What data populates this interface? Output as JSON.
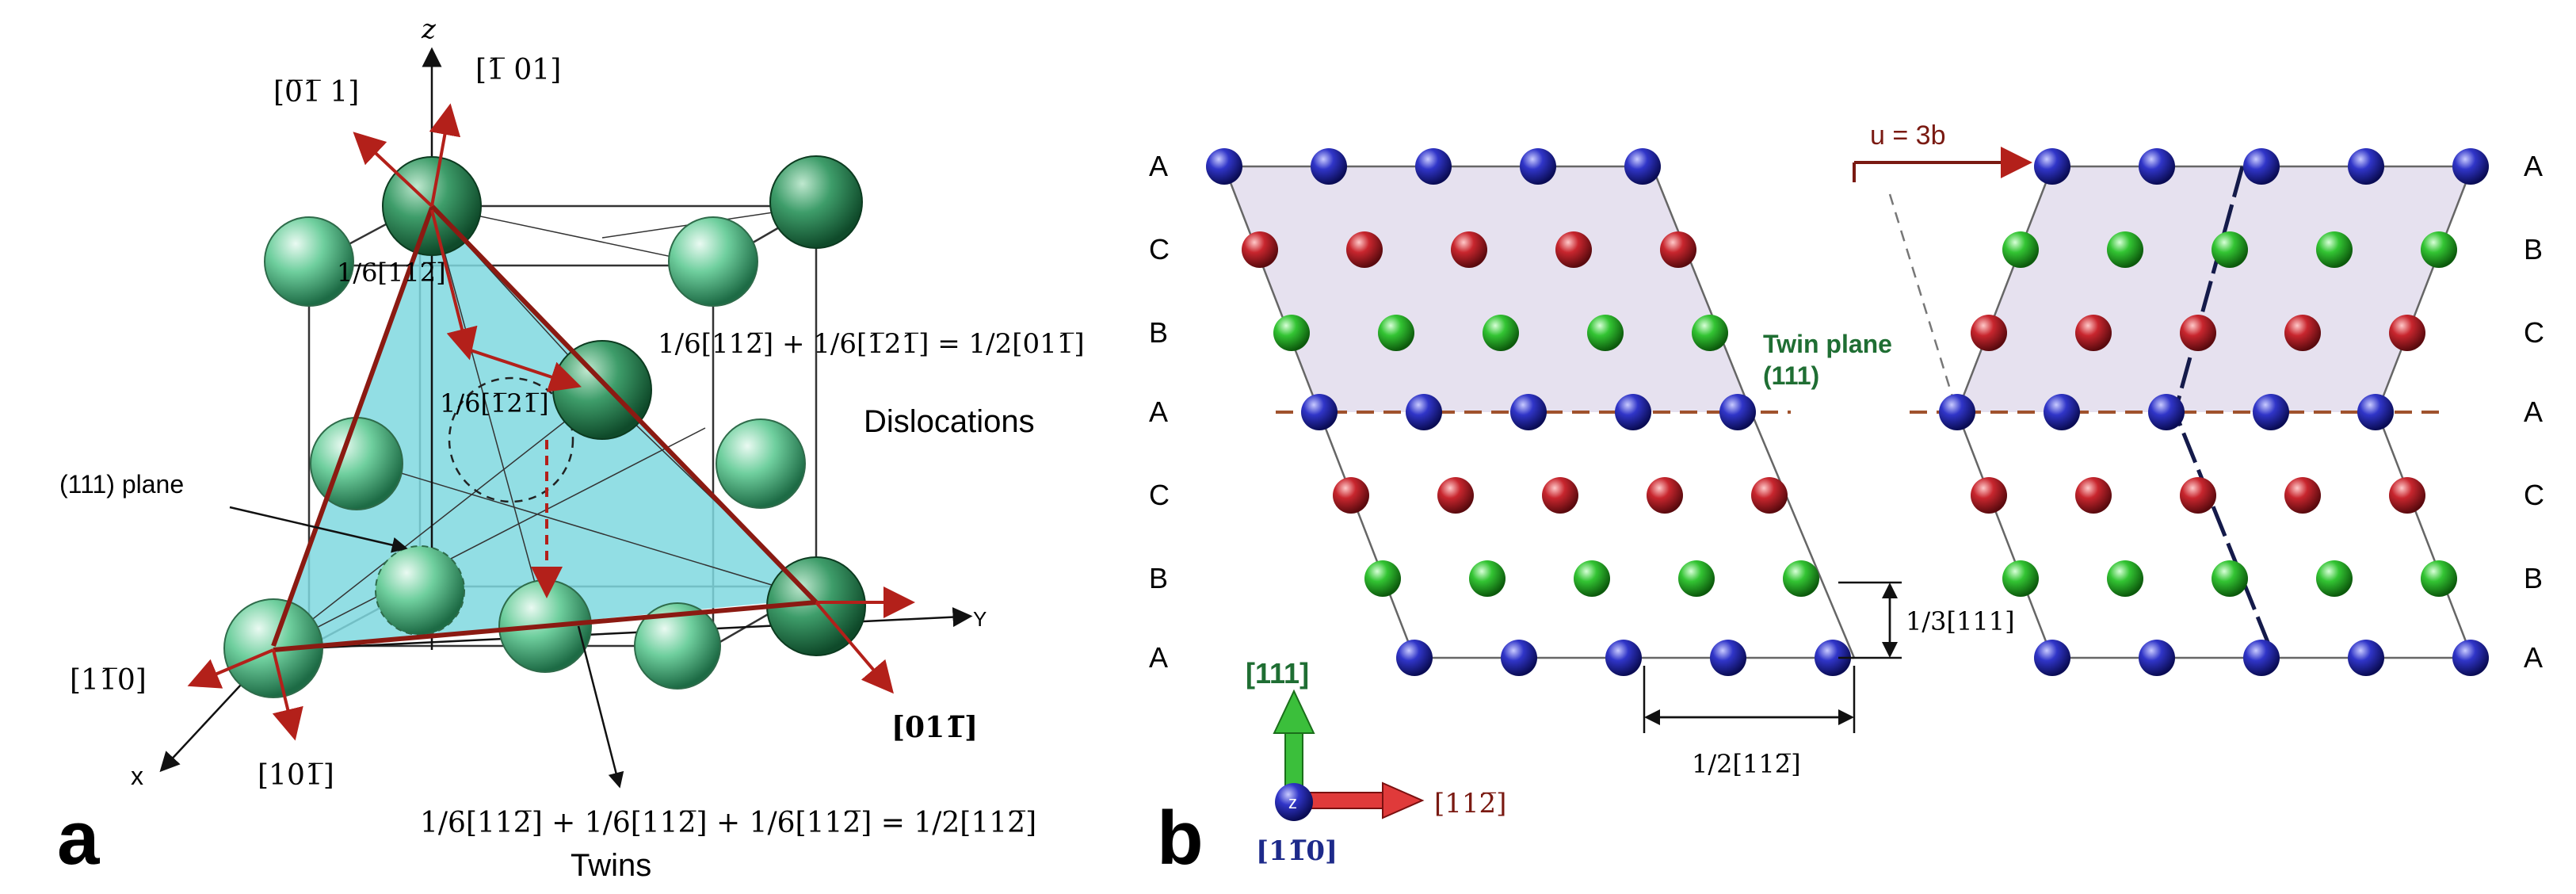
{
  "colors": {
    "blue": "#2b2fb0",
    "red": "#b3222b",
    "green": "#2fbf2f",
    "teal": "#7fd8df",
    "lavender": "#e6e1ef",
    "vector": "#8b1a12",
    "dash": "#a0522d",
    "dark_green": "#1f6e33"
  },
  "panel_a": {
    "label": "a",
    "axis_z": "z",
    "axis_y": "Y",
    "axis_x": "x",
    "directions": {
      "d_0-11": "[0̅1̅ 1]",
      "d_-101": "[1̅ 01]",
      "d_1-10": "[11̅0]",
      "d_10-1": "[101̅]",
      "d_01-1": "[011̅]"
    },
    "partials": {
      "sixth_112": "1/6[112̅]",
      "sixth_121": "1/6[1̅21̅]"
    },
    "plane_label": "(111) plane",
    "dislocation_equation": "1/6[112̅] + 1/6[1̅21̅] = 1/2[011̅]",
    "dislocations_label": "Dislocations",
    "twin_equation": "1/6[112̅] + 1/6[112̅] + 1/6[112̅] = 1/2[112̅]",
    "twins_label": "Twins"
  },
  "panel_b": {
    "label": "b",
    "left_stack": [
      "A",
      "C",
      "B",
      "A",
      "C",
      "B",
      "A"
    ],
    "right_stack": [
      "A",
      "B",
      "C",
      "A",
      "C",
      "B",
      "A"
    ],
    "twin_plane_label": "Twin plane",
    "twin_plane_index": "(111)",
    "shift_label": "u = 3b",
    "spacing_vertical": "1/3[111]",
    "spacing_horizontal": "1/2[112̅]",
    "axis_up": "[111]",
    "axis_right": "[112̅]",
    "axis_out": "[11̅0]",
    "axis_center": "z"
  }
}
